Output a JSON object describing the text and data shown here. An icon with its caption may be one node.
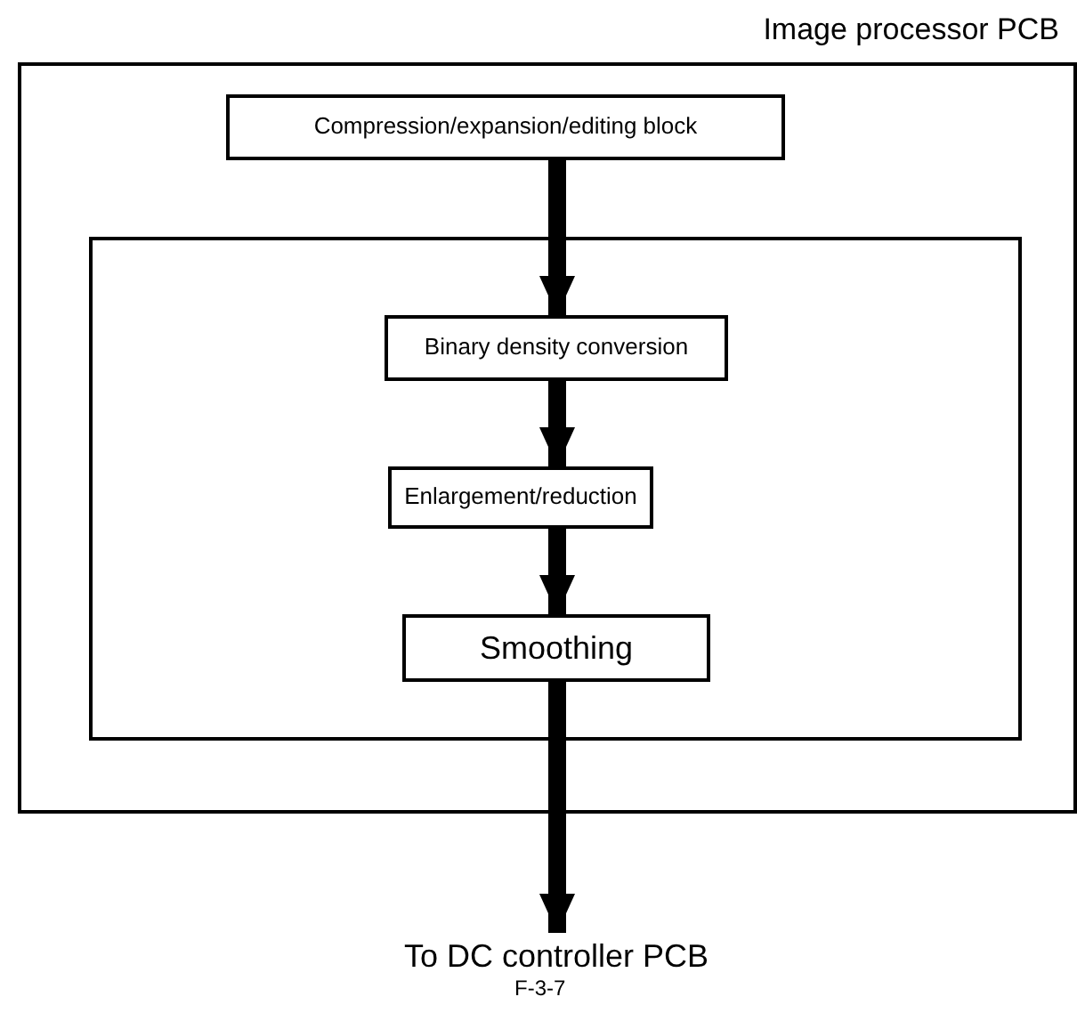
{
  "diagram": {
    "caption": "F-3-7",
    "nodes": [
      {
        "text": [
          "Image processor PCB"
        ]
      },
      {
        "text": [
          "Compression/expansion/editing block"
        ],
        "in": 0
      },
      {
        "text": [],
        "shape": "box",
        "in": 0
      },
      {
        "text": [
          "Binary density conversion"
        ],
        "in": 2
      },
      {
        "text": [
          "Enlargement/reduction"
        ],
        "in": 2
      },
      {
        "text": [
          "Smoothing"
        ],
        "in": 2
      },
      {
        "text": [
          "To DC controller PCB"
        ]
      }
    ],
    "edges": [
      {
        "from": 1,
        "to": 3,
        "arrow": "to"
      },
      {
        "from": 3,
        "to": 4,
        "arrow": "to"
      },
      {
        "from": 4,
        "to": 5,
        "arrow": "to"
      },
      {
        "from": 5,
        "to": 6,
        "arrow": "to"
      }
    ]
  }
}
